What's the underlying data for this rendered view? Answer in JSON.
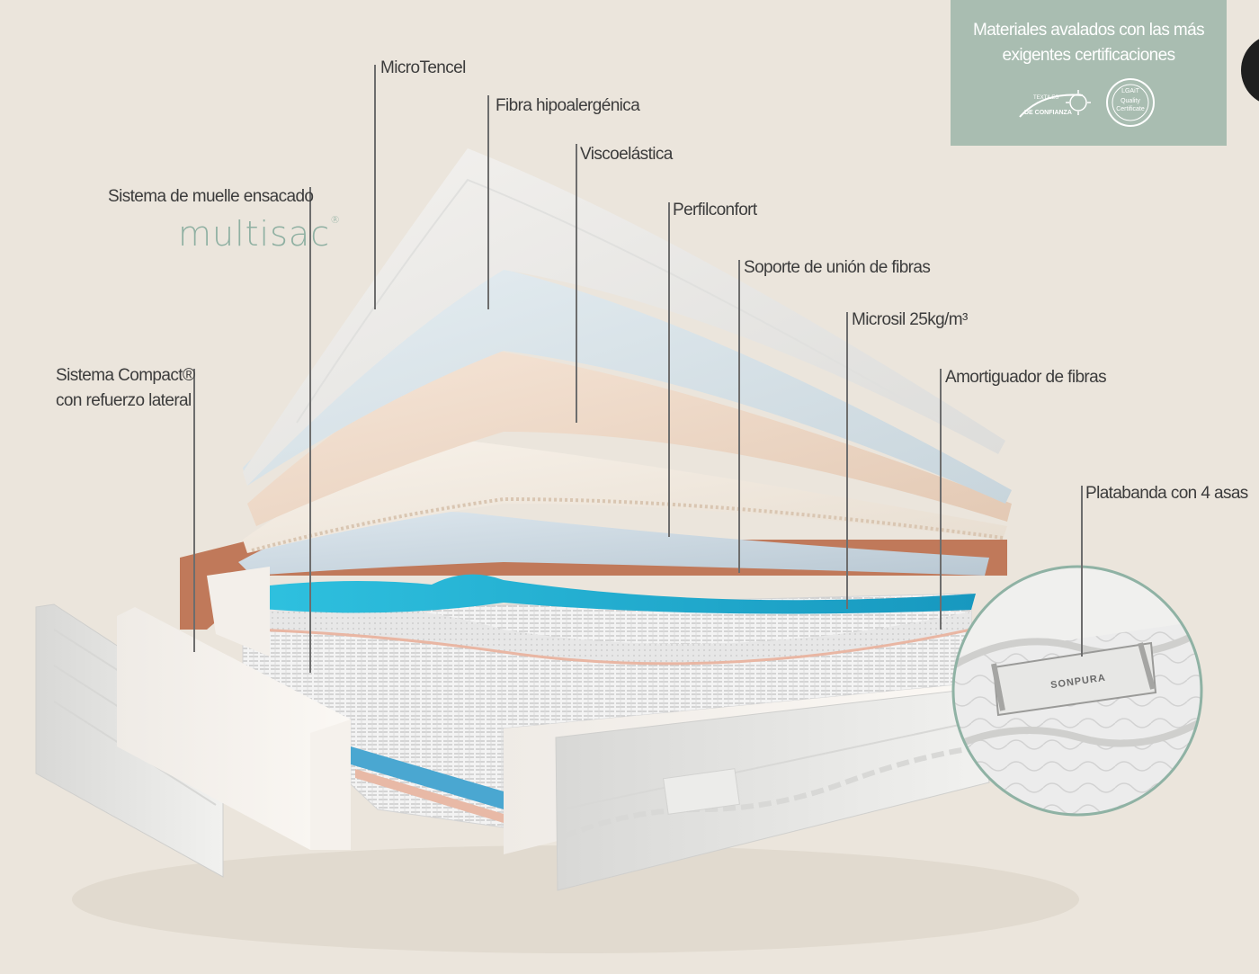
{
  "labels": {
    "microtencel": "MicroTencel",
    "fibra": "Fibra hipoalergénica",
    "visco": "Viscoelástica",
    "perfil": "Perfilconfort",
    "soporte": "Soporte de unión de fibras",
    "microsil": "Microsil 25kg/m³",
    "amortiguador": "Amortiguador de fibras",
    "platabanda": "Platabanda con 4 asas",
    "muelle": "Sistema de muelle ensacado",
    "compact_line1": "Sistema Compact®",
    "compact_line2": "con refuerzo lateral"
  },
  "brand": {
    "name": "multisac",
    "mark": "®"
  },
  "certifications": {
    "title_line1": "Materiales avalados con las más",
    "title_line2": "exigentes certificaciones",
    "badge_oeko_line1": "TEXTILES",
    "badge_oeko_line2": "DE CONFIANZA",
    "badge_gots_line1": "LGAiT",
    "badge_gots_line2": "Quality",
    "badge_gots_line3": "Certificate"
  },
  "zoom": {
    "brand_tag": "SONPURA"
  },
  "colors": {
    "background": "#ebe5dc",
    "cert_panel": "#a9bdb1",
    "brand_green": "#8fb0a2",
    "visco_blue": "#29b6d6",
    "foam_peach": "#f1dccb",
    "copper_edge": "#c0795a"
  }
}
